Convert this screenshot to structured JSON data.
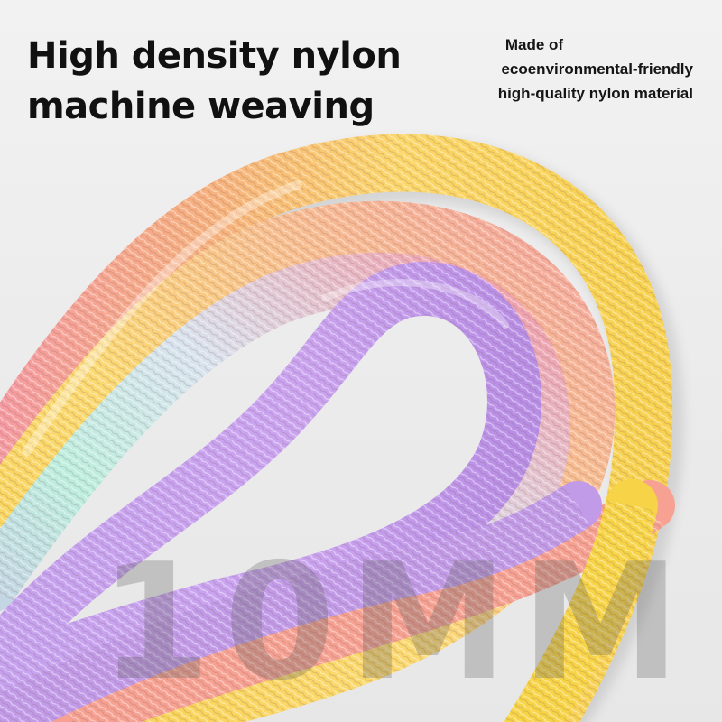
{
  "headline": {
    "line1": "High density nylon",
    "line2": "machine weaving"
  },
  "material_note": {
    "line1": "Made of",
    "line2": "ecoenvironmental-friendly",
    "line3": "high-quality nylon material"
  },
  "size_watermark": "10MM",
  "photo": {
    "subject": "braided-nylon-rope-loops",
    "background_color": "#ededed",
    "strand_colors": [
      "#f6a4a0",
      "#f9d56a",
      "#b9e9d6",
      "#c9a5ee"
    ]
  }
}
